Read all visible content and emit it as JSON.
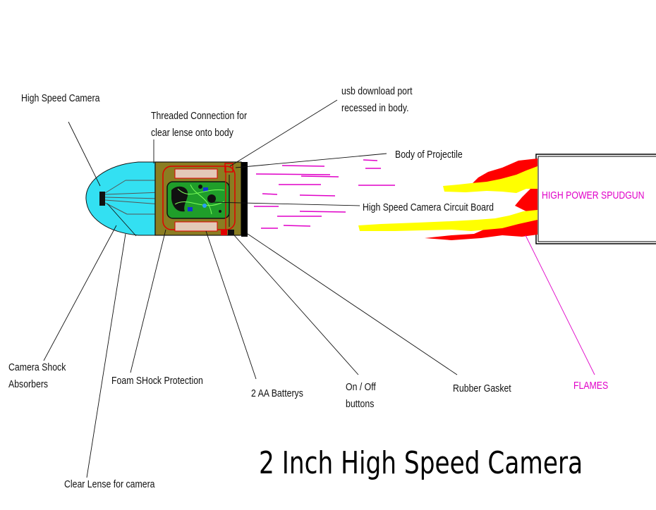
{
  "diagram": {
    "title": "2 Inch High Speed Camera",
    "labels": {
      "high_speed_camera": "High Speed Camera",
      "threaded_connection_1": "Threaded Connection for",
      "threaded_connection_2": "clear lense onto body",
      "usb_port_1": "usb download port",
      "usb_port_2": "recessed in body.",
      "body_of_projectile": "Body of Projectile",
      "circuit_board": "High Speed Camera Circuit Board",
      "spudgun": "HIGH POWER SPUDGUN",
      "shock_absorbers_1": "Camera Shock",
      "shock_absorbers_2": "Absorbers",
      "foam_protection": "Foam SHock Protection",
      "batteries": "2 AA Batterys",
      "on_off_1": "On / Off",
      "on_off_2": "buttons",
      "rubber_gasket": "Rubber Gasket",
      "flames": "FLAMES",
      "clear_lense": "Clear Lense for camera"
    },
    "colors": {
      "lens": "#33e0f2",
      "body": "#8a7d22",
      "circuit_board": "#1f9e2a",
      "battery": "#e3c9b8",
      "gasket": "#000000",
      "flame_yellow": "#ffff00",
      "flame_red": "#ff0000",
      "wire_red": "#e00000",
      "motion_streaks": "#e000c8",
      "accent_text": "#e000c8"
    }
  }
}
